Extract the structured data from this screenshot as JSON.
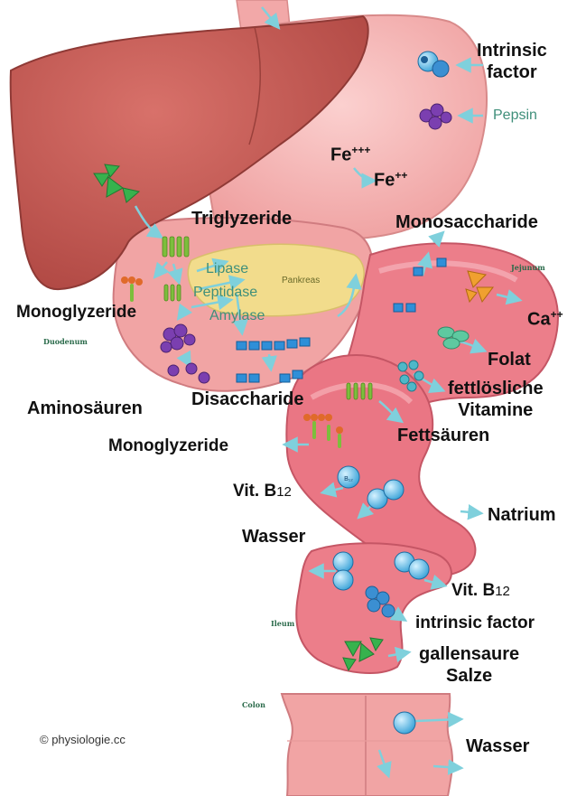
{
  "labels": {
    "intrinsic_factor_top": "Intrinsic\nfactor",
    "pepsin": "Pepsin",
    "fe3_base": "Fe",
    "fe3_charge": "+++",
    "fe2_base": "Fe",
    "fe2_charge": "++",
    "triglyzeride": "Triglyzeride",
    "monosaccharide": "Monosaccharide",
    "jejunum": "Jejunum",
    "lipase": "Lipase",
    "peptidase": "Peptidase",
    "amylase": "Amylase",
    "pankreas": "Pankreas",
    "monoglyzeride_top": "Monoglyzeride",
    "duodenum": "Duodenum",
    "ca_base": "Ca",
    "ca_charge": "++",
    "folat": "Folat",
    "fettloesliche_vitamine": "fettlösliche\nVitamine",
    "aminosaeuren": "Aminosäuren",
    "disaccharide": "Disaccharide",
    "fettsaeuren": "Fettsäuren",
    "monoglyzeride_bottom": "Monoglyzeride",
    "vitb12_top_base": "Vit. B",
    "vitb12_top_sub": "12",
    "natrium": "Natrium",
    "wasser_top": "Wasser",
    "vitb12_bottom_base": "Vit. B",
    "vitb12_bottom_sub": "12",
    "ileum": "Ileum",
    "intrinsic_factor_bottom": "intrinsic factor",
    "gallensaure_salze": "gallensaure\nSalze",
    "colon": "Colon",
    "copyright": "© physiologie.cc",
    "wasser_bottom": "Wasser"
  },
  "molecule_text": {
    "water": "H₂O",
    "b12": "B₁₂"
  },
  "colors": {
    "liver": "#c95a55",
    "stomach": "#f2a4a4",
    "intestine": "#e8707f",
    "pancreas": "#f2dc8c",
    "arrow": "#7fd0dc",
    "lipid": "#7dbe3c",
    "protein": "#7b3fb0",
    "sugar": "#2f8fd8",
    "fat_orange": "#e06a2a",
    "water_blue": "#56b8e6",
    "salt_green": "#37b24d",
    "calcium": "#f0a030",
    "folate": "#5ec9a0"
  }
}
